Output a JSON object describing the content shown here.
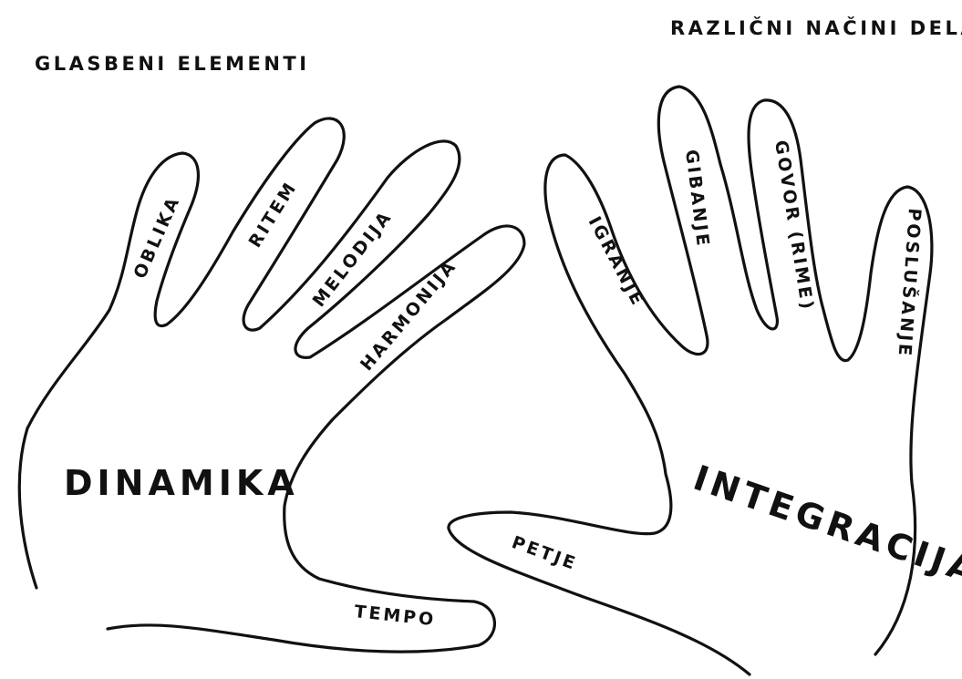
{
  "left_hand": {
    "title": "GLASBENI ELEMENTI",
    "palm": "DINAMIKA",
    "fingers": [
      "OBLIKA",
      "RITEM",
      "MELODIJA",
      "HARMONIJA",
      "TEMPO"
    ]
  },
  "right_hand": {
    "title": "RAZLIČNI NAČINI DELA",
    "palm": "INTEGRACIJA",
    "fingers": [
      "IGRANJE",
      "GIBANJE",
      "GOVOR (RIME)",
      "POSLUŠANJE",
      "PETJE"
    ]
  }
}
